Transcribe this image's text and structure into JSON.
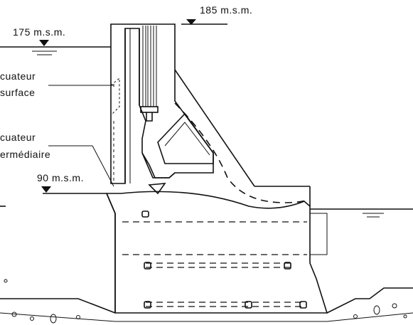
{
  "levels": {
    "crest": "185 m.s.m.",
    "upstream_water": "175 m.s.m.",
    "intermediate": "90 m.s.m."
  },
  "labels": {
    "surface_outlet_line1": "cuateur",
    "surface_outlet_line2": "surface",
    "intermediate_outlet_line1": "cuateur",
    "intermediate_outlet_line2": "ermédiaire"
  }
}
